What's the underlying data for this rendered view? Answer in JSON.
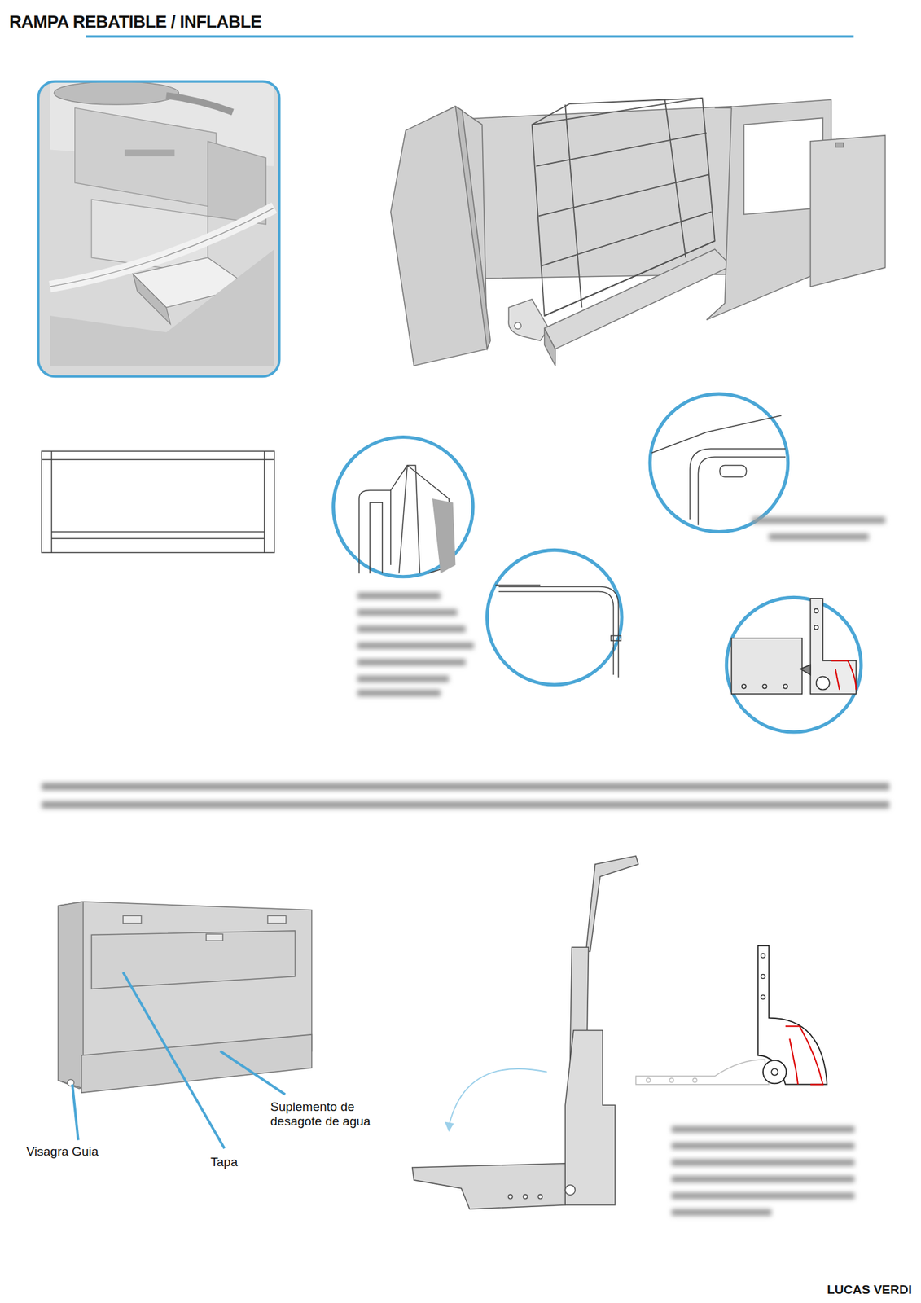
{
  "diagram": {
    "title": "RAMPA REBATIBLE / INFLABLE",
    "labels": [
      "Suplemento de desagote de agua",
      "Visagra Guia",
      "Tapa",
      "LUCAS VERDI"
    ]
  }
}
